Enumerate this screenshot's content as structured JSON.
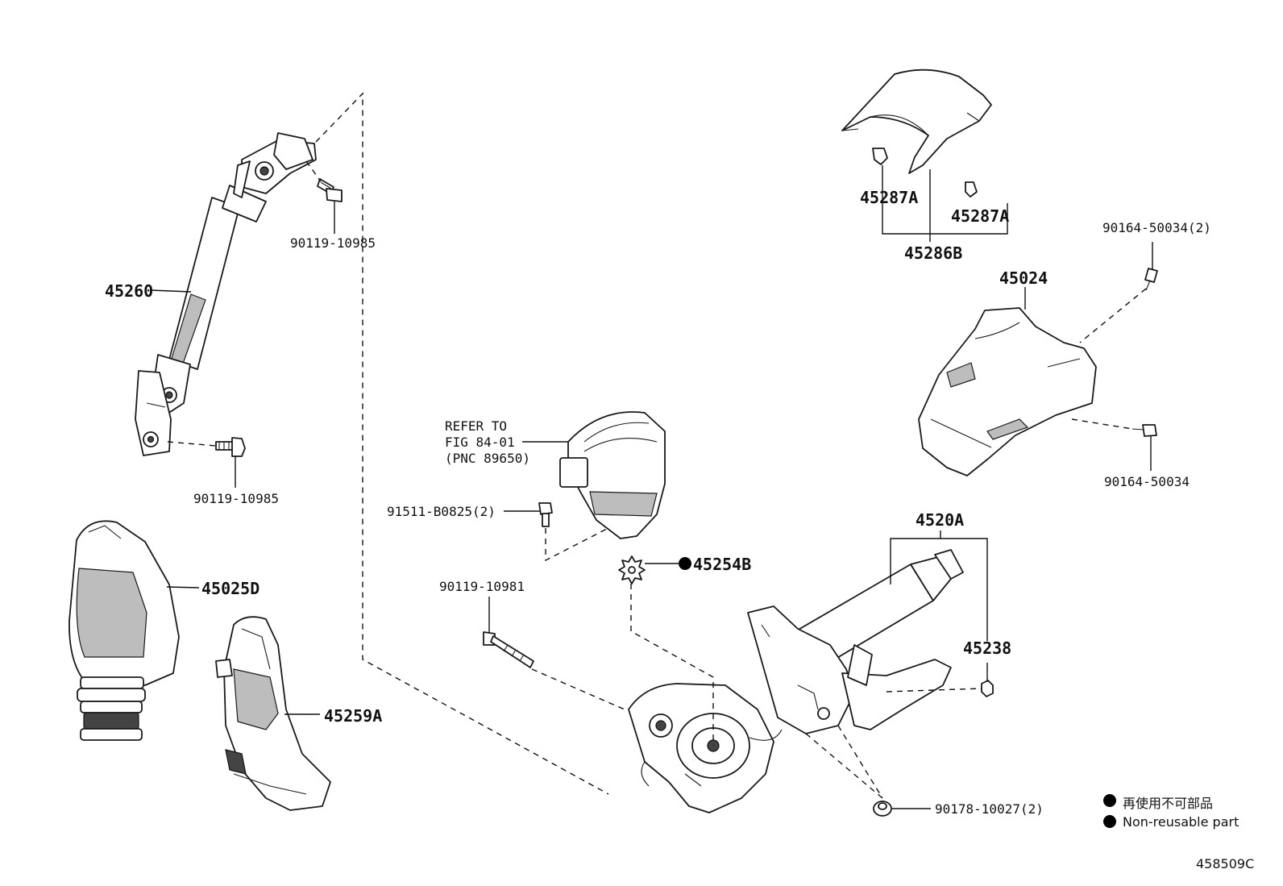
{
  "labels": {
    "p45260": "45260",
    "p90119_10985_top": "90119-10985",
    "p90119_10985_bottom": "90119-10985",
    "p45025D": "45025D",
    "p45259A": "45259A",
    "p45287A_left": "45287A",
    "p45287A_right": "45287A",
    "p45286B": "45286B",
    "p90164_50034_2": "90164-50034(2)",
    "p45024": "45024",
    "p90164_50034": "90164-50034",
    "refer_line1": "REFER TO",
    "refer_line2": "FIG 84-01",
    "refer_line3": "(PNC 89650)",
    "p91511_B0825_2": "91511-B0825(2)",
    "p90119_10981": "90119-10981",
    "p45254B": "45254B",
    "p4520A": "4520A",
    "p45238": "45238",
    "p90178_10027_2": "90178-10027(2)"
  },
  "legend": {
    "item1": "再使用不可部品",
    "item2": "Non-reusable part",
    "marker_color": "#000000"
  },
  "figure_id": "458509C"
}
